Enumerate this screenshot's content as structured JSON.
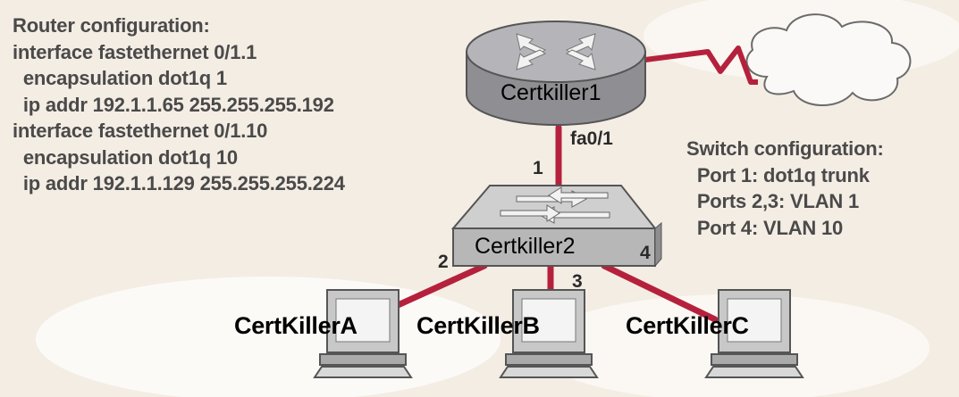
{
  "router_config": {
    "lines": [
      "Router configuration:",
      "interface fastethernet 0/1.1",
      "  encapsulation dot1q 1",
      "  ip addr 192.1.1.65 255.255.255.192",
      "interface fastethernet 0/1.10",
      "  encapsulation dot1q 10",
      "  ip addr 192.1.1.129 255.255.255.224"
    ]
  },
  "switch_config": {
    "lines": [
      "Switch configuration:",
      "  Port 1: dot1q trunk",
      "  Ports 2,3: VLAN 1",
      "  Port 4: VLAN 10"
    ]
  },
  "devices": {
    "router": {
      "name": "Certkiller1",
      "icon": "router-icon"
    },
    "switch": {
      "name": "Certkiller2",
      "icon": "switch-icon"
    },
    "cloud": {
      "icon": "wan-cloud-icon"
    }
  },
  "links": {
    "router_switch": {
      "interface_label": "fa0/1",
      "port": "1"
    },
    "switch_hostA": {
      "port": "2"
    },
    "switch_hostB": {
      "port": "3"
    },
    "switch_hostC": {
      "port": "4"
    }
  },
  "hosts": [
    {
      "name": "CertKillerA",
      "icon": "pc-icon"
    },
    {
      "name": "CertKillerB",
      "icon": "pc-icon"
    },
    {
      "name": "CertKillerC",
      "icon": "pc-icon"
    }
  ],
  "colors": {
    "link": "#b5213c",
    "background": "#f4ede4",
    "router_body": "#a9a9ad",
    "switch_body": "#c9c9c9"
  }
}
